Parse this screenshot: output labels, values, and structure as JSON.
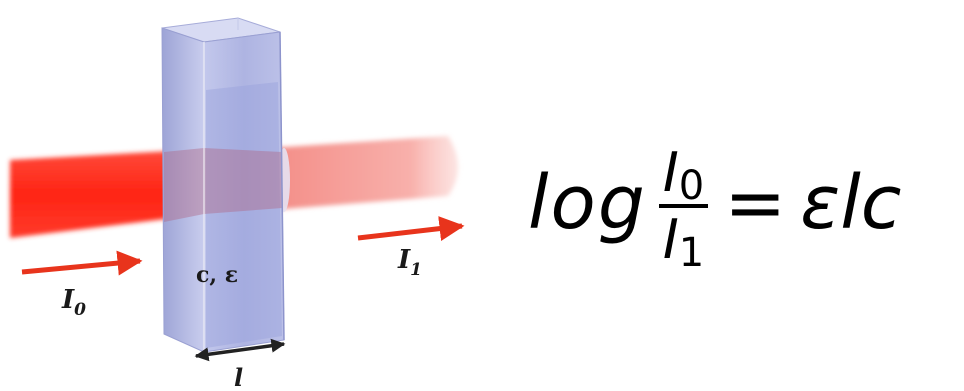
{
  "labels": {
    "incident_intensity": "I",
    "incident_subscript": "0",
    "transmitted_intensity": "I",
    "transmitted_subscript": "1",
    "sample_properties": "c, ε",
    "path_length": "l"
  },
  "equation": {
    "function": "log",
    "numerator": "I",
    "numerator_subscript": "0",
    "denominator": "I",
    "denominator_subscript": "1",
    "equals": "=",
    "rhs": "εlc"
  },
  "colors": {
    "beam_incident": "#ff2a1a",
    "beam_transmitted": "#f7a5a0",
    "cuvette": "#b8bde6",
    "arrow": "#e8341c",
    "text": "#000000"
  }
}
